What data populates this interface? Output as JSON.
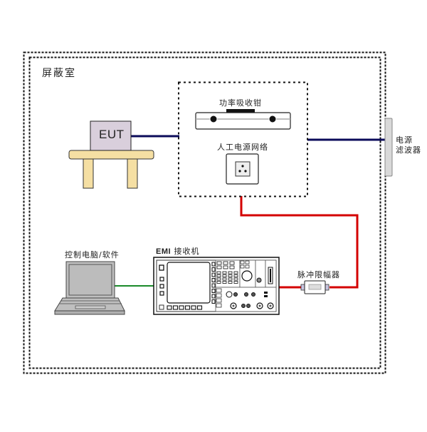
{
  "diagram": {
    "title": "屏蔽室",
    "nodes": {
      "eut": {
        "label": "EUT",
        "fill": "#d9cfdc"
      },
      "table": {
        "fill": "#f5dfa3"
      },
      "power_clamp": {
        "label": "功率吸收钳"
      },
      "lisn": {
        "label": "人工电源网络"
      },
      "power_filter": {
        "label_line1": "电源",
        "label_line2": "滤波器",
        "fill": "#d9d9d9"
      },
      "pc": {
        "label": "控制电脑/软件",
        "fill": "#bfbfbf"
      },
      "emi_receiver": {
        "label_prefix": "EMI",
        "label_suffix": " 接收机"
      },
      "pulse_limiter": {
        "label": "脉冲限幅器"
      }
    },
    "cables": {
      "power": {
        "color": "#0b0b5a",
        "from": "EUT",
        "to": "电源滤波器"
      },
      "signal": {
        "color": "#d40000",
        "from": "人工电源网络",
        "to": "脉冲限幅器 → EMI 接收机"
      },
      "control": {
        "color": "#1a8a2a",
        "from": "控制电脑/软件",
        "to": "EMI 接收机"
      }
    }
  }
}
